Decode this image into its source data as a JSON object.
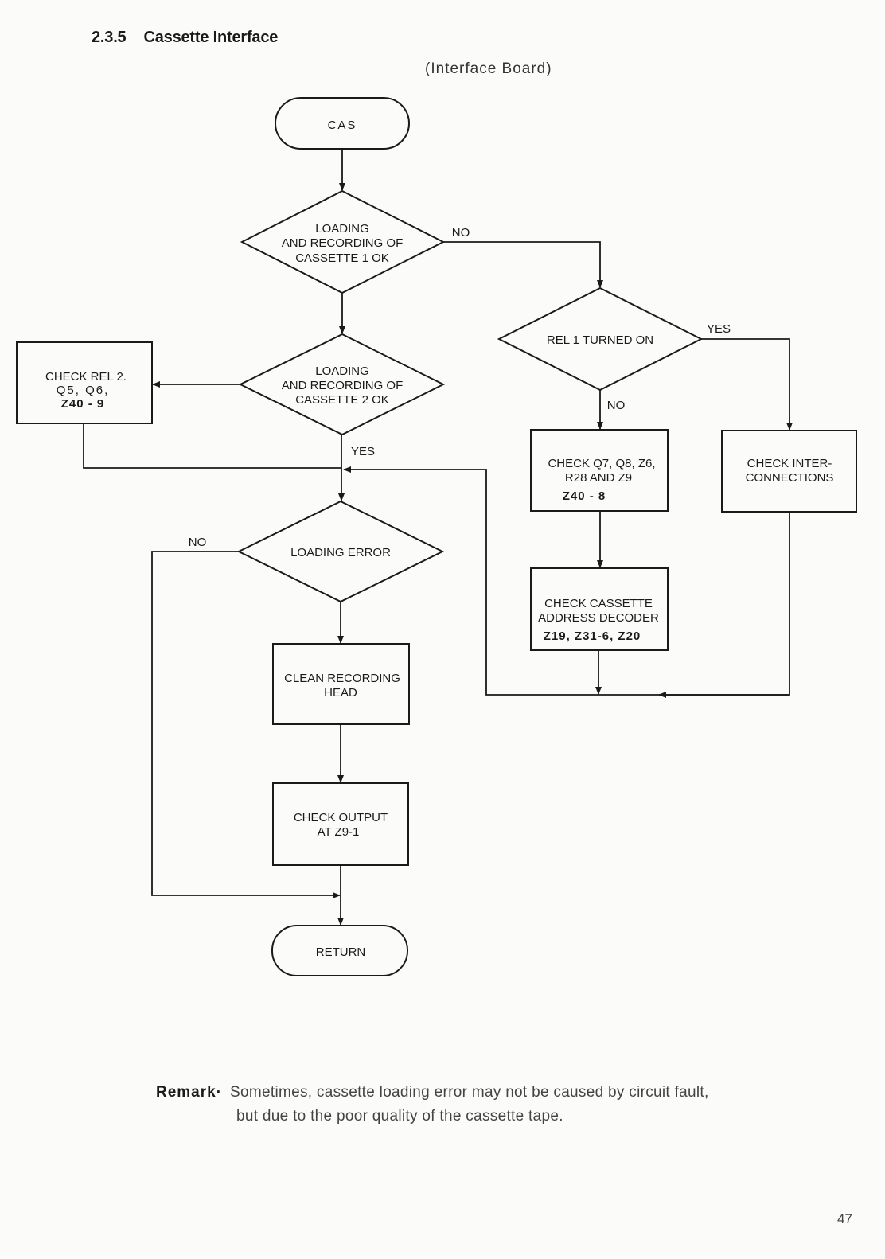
{
  "header": {
    "section_number": "2.3.5",
    "section_title": "Cassette Interface",
    "subtitle": "(Interface Board)"
  },
  "flowchart": {
    "start": "CAS",
    "decision_cassette1": [
      "LOADING",
      "AND RECORDING OF",
      "CASSETTE 1 OK"
    ],
    "decision_rel1": "REL 1   TURNED ON",
    "decision_cassette2": [
      "LOADING",
      "AND RECORDING OF",
      "CASSETTE 2 OK"
    ],
    "box_check_rel2": [
      "CHECK REL 2.",
      "Q5, Q6,"
    ],
    "box_check_rel2_code": "Z40 - 9",
    "box_check_q7": [
      "CHECK  Q7, Q8, Z6,",
      "R28 AND Z9"
    ],
    "box_check_q7_code": "Z40 - 8",
    "box_check_inter": [
      "CHECK  INTER-",
      "CONNECTIONS"
    ],
    "box_check_decoder": [
      "CHECK  CASSETTE",
      "ADDRESS DECODER"
    ],
    "box_check_decoder_code": "Z19, Z31-6, Z20",
    "decision_loading_error": "LOADING  ERROR",
    "box_clean_head": [
      "CLEAN  RECORDING",
      "HEAD"
    ],
    "box_check_output": [
      "CHECK  OUTPUT",
      "AT  Z9-1"
    ],
    "end": "RETURN",
    "labels": {
      "no_cassette1": "NO",
      "yes_rel1": "YES",
      "no_rel1": "NO",
      "yes_cassette2": "YES",
      "no_loading_error": "NO"
    }
  },
  "remark": {
    "label": "Remark·",
    "line1": "Sometimes,  cassette  loading error  may  not  be caused  by  circuit  fault,",
    "line2": "but due to the poor quality of the cassette tape."
  },
  "page_number": "47"
}
